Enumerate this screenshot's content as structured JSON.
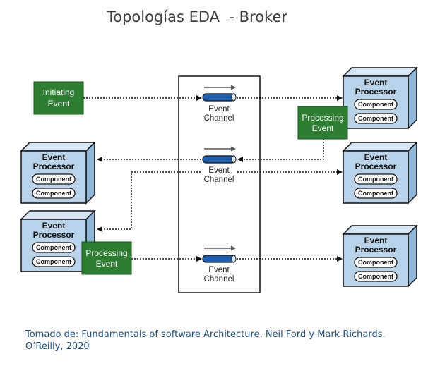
{
  "title": "Topologías EDA  - Broker",
  "caption": "Tomado de: Fundamentals of software Architecture. Neil Ford y Mark Richards. O’Reilly, 2020",
  "diagram": {
    "initiating_event": [
      "Initiating",
      "Event"
    ],
    "processing_event": [
      "Processing",
      "Event"
    ],
    "event_channel": [
      "Event",
      "Channel"
    ],
    "event_processor": [
      "Event",
      "Processor"
    ],
    "component": "Component"
  },
  "colors": {
    "green": "#2e7d32",
    "processor_fill": "#b9d4ea",
    "channel_blue": "#1f5fad"
  }
}
